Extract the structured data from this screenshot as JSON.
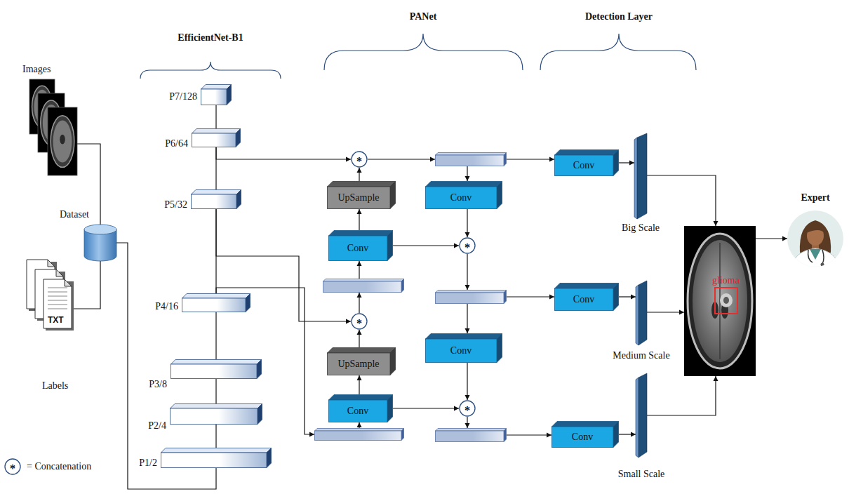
{
  "diagram": {
    "nodes": [
      {
        "text": [
          "Images"
        ]
      },
      {
        "text": [
          "TXT",
          "Labels"
        ]
      },
      {
        "text": [
          "Dataset"
        ]
      },
      {
        "text": [
          "P7/128"
        ]
      },
      {
        "text": [
          "P6/64"
        ]
      },
      {
        "text": [
          "P5/32"
        ]
      },
      {
        "text": [
          "P4/16"
        ]
      },
      {
        "text": [
          "P3/8"
        ]
      },
      {
        "text": [
          "P2/4"
        ]
      },
      {
        "text": [
          "P1/2"
        ]
      },
      {
        "text": [
          "*"
        ]
      },
      {
        "text": [
          "UpSample"
        ]
      },
      {
        "text": [
          "Conv"
        ]
      },
      {
        "text": []
      },
      {
        "text": [
          "*"
        ]
      },
      {
        "text": [
          "UpSample"
        ]
      },
      {
        "text": [
          "Conv"
        ]
      },
      {
        "text": []
      },
      {
        "text": []
      },
      {
        "text": [
          "Conv"
        ]
      },
      {
        "text": [
          "*"
        ]
      },
      {
        "text": []
      },
      {
        "text": [
          "Conv"
        ]
      },
      {
        "text": [
          "*"
        ]
      },
      {
        "text": []
      },
      {
        "text": [
          "Conv"
        ]
      },
      {
        "text": [
          "Conv"
        ]
      },
      {
        "text": [
          "Conv"
        ]
      },
      {
        "text": [
          "Big Scale"
        ]
      },
      {
        "text": [
          "Medium Scale"
        ]
      },
      {
        "text": [
          "Small Scale"
        ]
      },
      {
        "text": [
          "glioma"
        ]
      },
      {
        "text": [
          "Expert"
        ]
      }
    ],
    "edges": [
      {
        "from": 0,
        "to": 2,
        "arrow": "none"
      },
      {
        "from": 1,
        "to": 2,
        "arrow": "none"
      },
      {
        "from": 2,
        "to": 9,
        "arrow": "none"
      },
      {
        "from": 9,
        "to": 8,
        "arrow": "none"
      },
      {
        "from": 8,
        "to": 7,
        "arrow": "none"
      },
      {
        "from": 7,
        "to": 6,
        "arrow": "none"
      },
      {
        "from": 6,
        "to": 5,
        "arrow": "none"
      },
      {
        "from": 5,
        "to": 4,
        "arrow": "none"
      },
      {
        "from": 4,
        "to": 3,
        "arrow": "none"
      },
      {
        "from": 4,
        "to": 10,
        "arrow": "to"
      },
      {
        "from": 5,
        "to": 14,
        "arrow": "to"
      },
      {
        "from": 6,
        "to": 17,
        "arrow": "to"
      },
      {
        "from": 11,
        "to": 10,
        "arrow": "to"
      },
      {
        "from": 12,
        "to": 11,
        "arrow": "to"
      },
      {
        "from": 13,
        "to": 12,
        "arrow": "to"
      },
      {
        "from": 14,
        "to": 13,
        "arrow": "to"
      },
      {
        "from": 15,
        "to": 14,
        "arrow": "to"
      },
      {
        "from": 16,
        "to": 15,
        "arrow": "to"
      },
      {
        "from": 17,
        "to": 16,
        "arrow": "to"
      },
      {
        "from": 10,
        "to": 18,
        "arrow": "to"
      },
      {
        "from": 12,
        "to": 20,
        "arrow": "to"
      },
      {
        "from": 16,
        "to": 23,
        "arrow": "to"
      },
      {
        "from": 18,
        "to": 19,
        "arrow": "to"
      },
      {
        "from": 19,
        "to": 20,
        "arrow": "to"
      },
      {
        "from": 20,
        "to": 21,
        "arrow": "to"
      },
      {
        "from": 21,
        "to": 22,
        "arrow": "to"
      },
      {
        "from": 22,
        "to": 23,
        "arrow": "to"
      },
      {
        "from": 23,
        "to": 24,
        "arrow": "to"
      },
      {
        "from": 18,
        "to": 25,
        "arrow": "to"
      },
      {
        "from": 21,
        "to": 26,
        "arrow": "to"
      },
      {
        "from": 24,
        "to": 27,
        "arrow": "to"
      },
      {
        "from": 25,
        "to": 28,
        "arrow": "to"
      },
      {
        "from": 26,
        "to": 29,
        "arrow": "to"
      },
      {
        "from": 27,
        "to": 30,
        "arrow": "to"
      },
      {
        "from": 28,
        "to": 31,
        "arrow": "to"
      },
      {
        "from": 29,
        "to": 31,
        "arrow": "to"
      },
      {
        "from": 30,
        "to": 31,
        "arrow": "to"
      },
      {
        "from": 31,
        "to": 32,
        "arrow": "to"
      }
    ],
    "labels": [
      "EfficientNet-B1",
      "PANet",
      "Detection Layer",
      "*"
    ],
    "legend": [
      {
        "text": "= Concatenation"
      }
    ]
  }
}
